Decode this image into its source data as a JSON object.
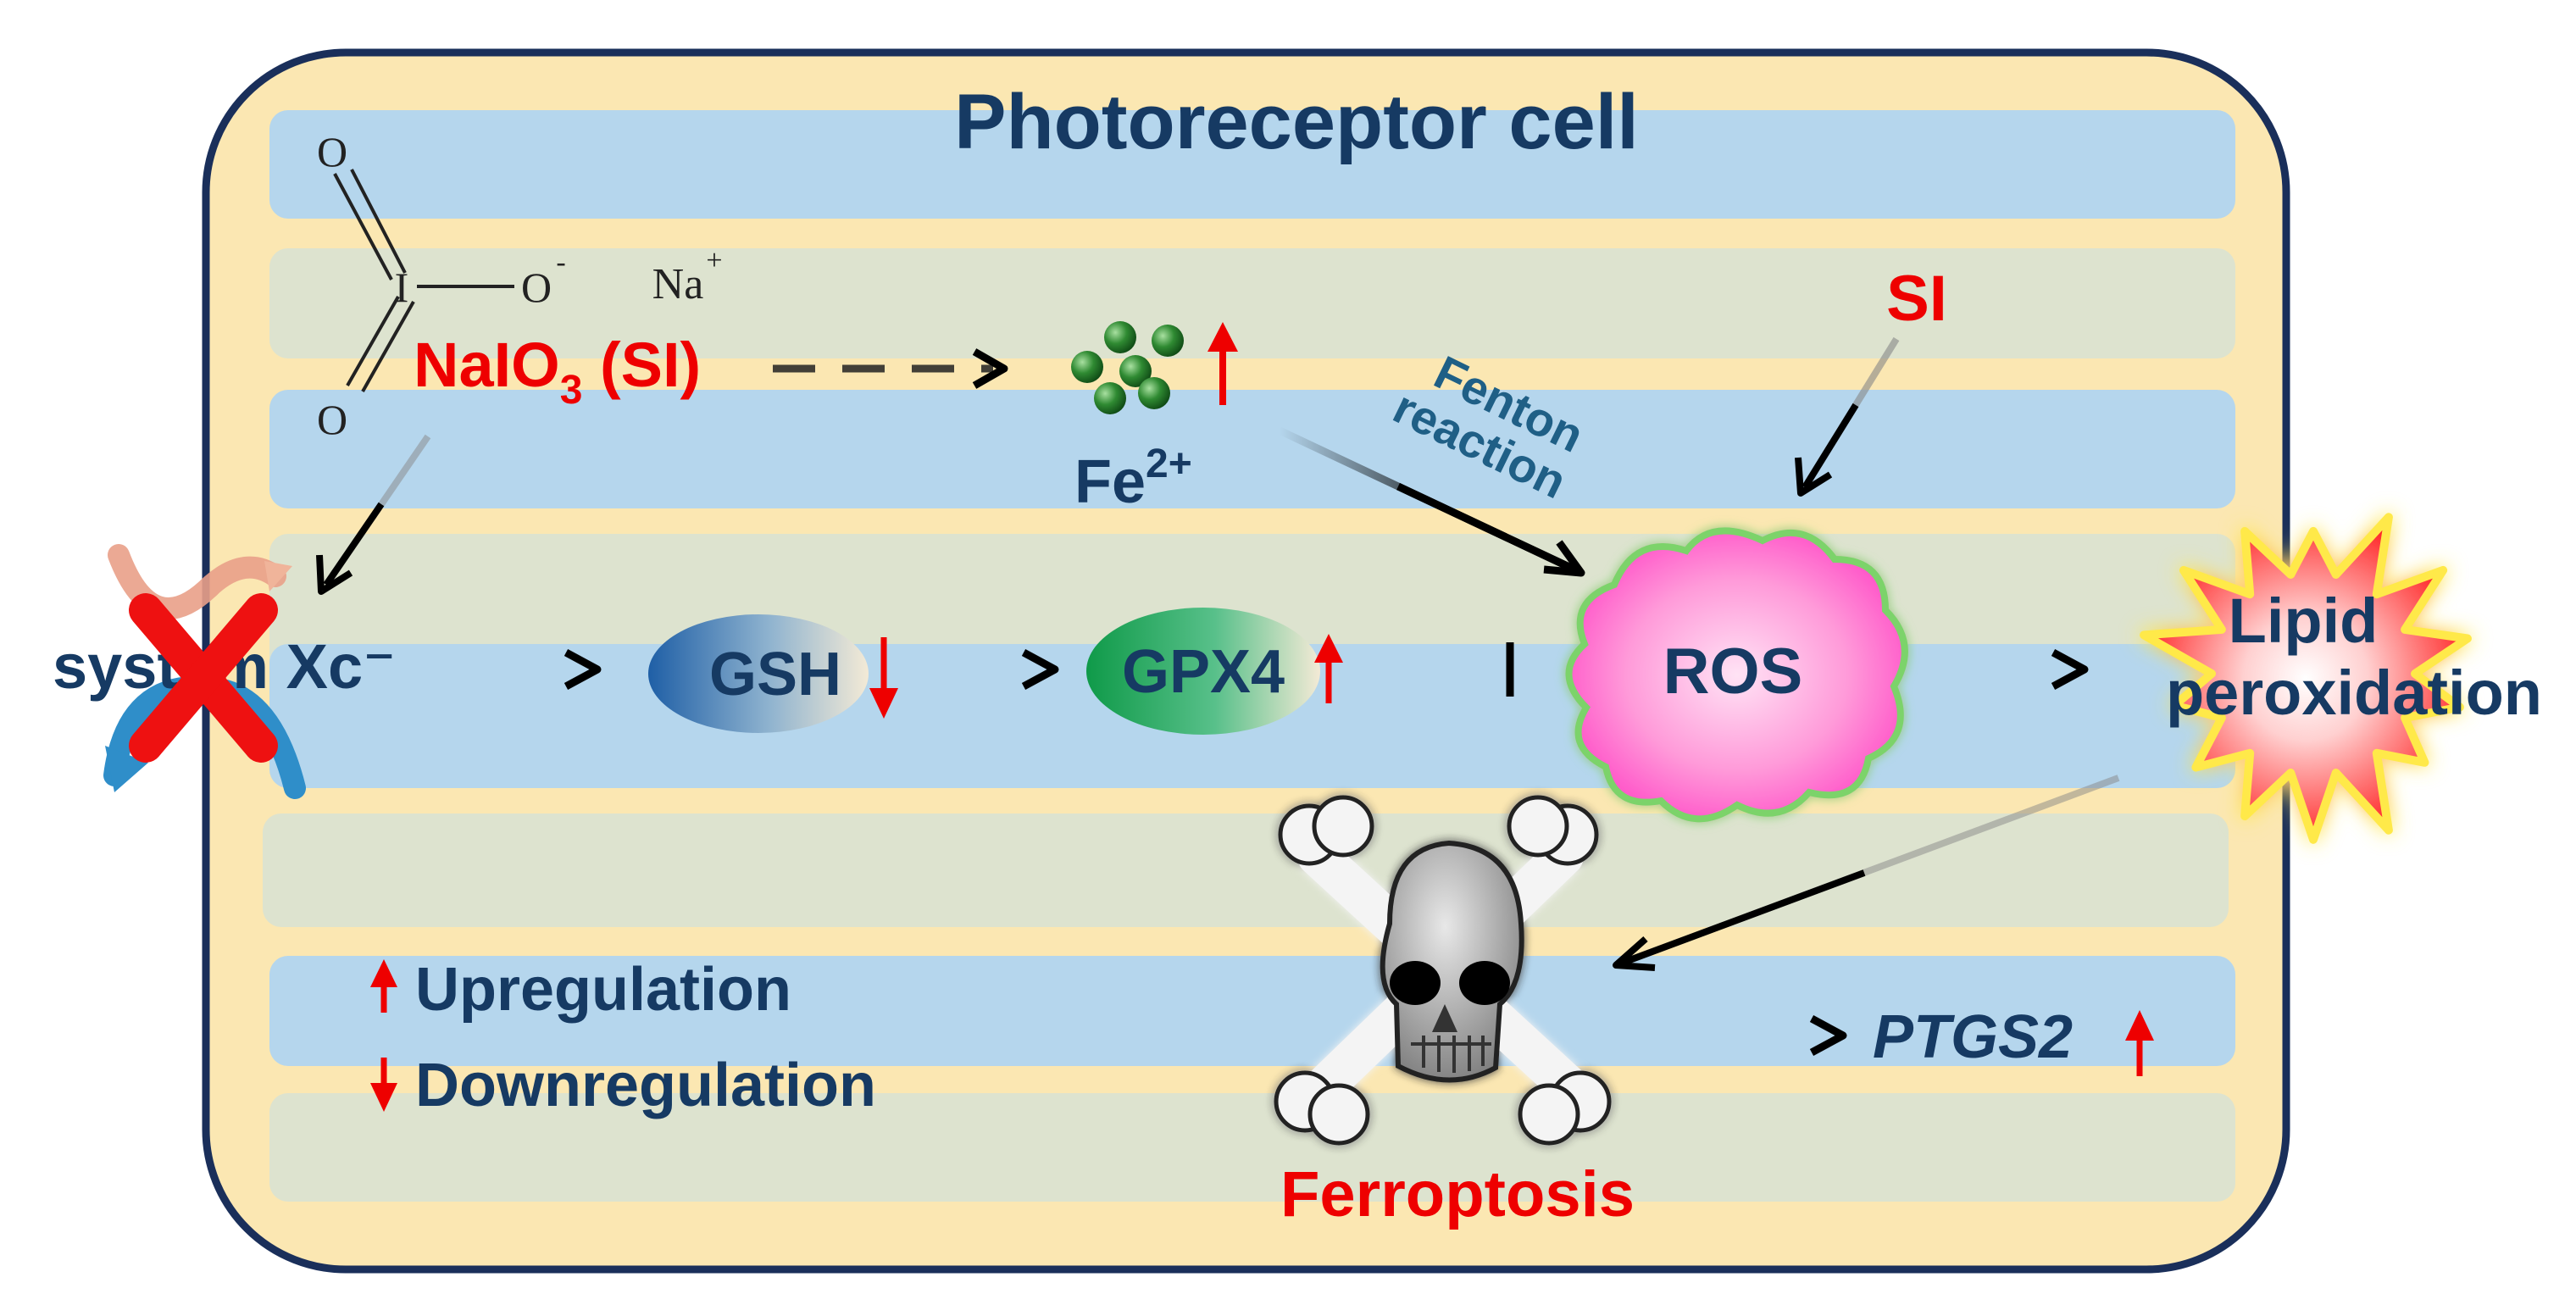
{
  "cell": {
    "title": "Photoreceptor cell"
  },
  "colors": {
    "cell_fill": "#fbe7b2",
    "cell_border": "#1a2f5a",
    "band_blue": "#b5d6ed",
    "band_green": "#dde3cf",
    "red": "#ee0000",
    "navy": "#163a63",
    "teal_label": "#1f5f86",
    "iron_green": "#2f7a2f",
    "ros_pink": "#ff66cc",
    "burst_red": "#ff1a1a",
    "burst_glow": "#ffee55"
  },
  "molecule": {
    "oxygen_top": "O",
    "iodine": "I",
    "oxygen_right": "O",
    "oxygen_charge": "-",
    "oxygen_bottom": "O",
    "sodium": "Na",
    "sodium_charge": "+"
  },
  "compound": {
    "label_main": "NaIO",
    "label_sub": "3",
    "label_tail": " (SI)"
  },
  "iron": {
    "label": "Fe",
    "superscript": "2+",
    "trend": "up"
  },
  "fenton": {
    "line1": "Fenton",
    "line2": "reaction"
  },
  "si_label": "SI",
  "transporter": {
    "label": "system Xc⁻",
    "inhibited": true
  },
  "nodes": {
    "gsh": {
      "label": "GSH",
      "trend": "down"
    },
    "gpx4": {
      "label": "GPX4",
      "trend": "up"
    },
    "ros": {
      "label": "ROS"
    },
    "lipid": {
      "line1": "Lipid",
      "line2": "peroxidation"
    }
  },
  "outcome": {
    "label": "Ferroptosis",
    "icon": "skull-crossbones-icon"
  },
  "marker": {
    "label": "PTGS2",
    "trend": "up"
  },
  "legend": {
    "up": "Upregulation",
    "down": "Downregulation"
  }
}
